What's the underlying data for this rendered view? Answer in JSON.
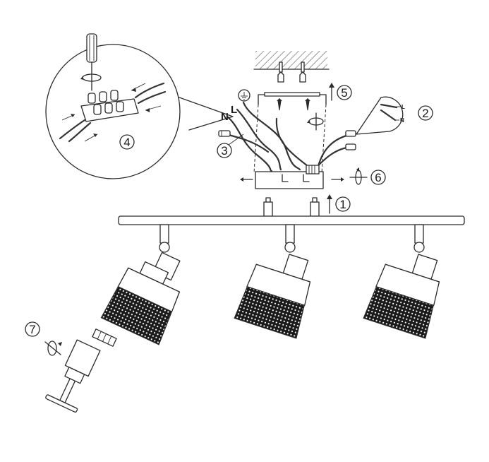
{
  "steps": [
    {
      "number": "1"
    },
    {
      "number": "2"
    },
    {
      "number": "3"
    },
    {
      "number": "4"
    },
    {
      "number": "5"
    },
    {
      "number": "6"
    },
    {
      "number": "7"
    }
  ],
  "wire_labels": {
    "neutral": "N",
    "live": "L",
    "live_small": "L",
    "neutral_small": "N"
  },
  "colors": {
    "line": "#2a2a2a",
    "background": "#ffffff",
    "mesh": "#1a1a1a"
  }
}
